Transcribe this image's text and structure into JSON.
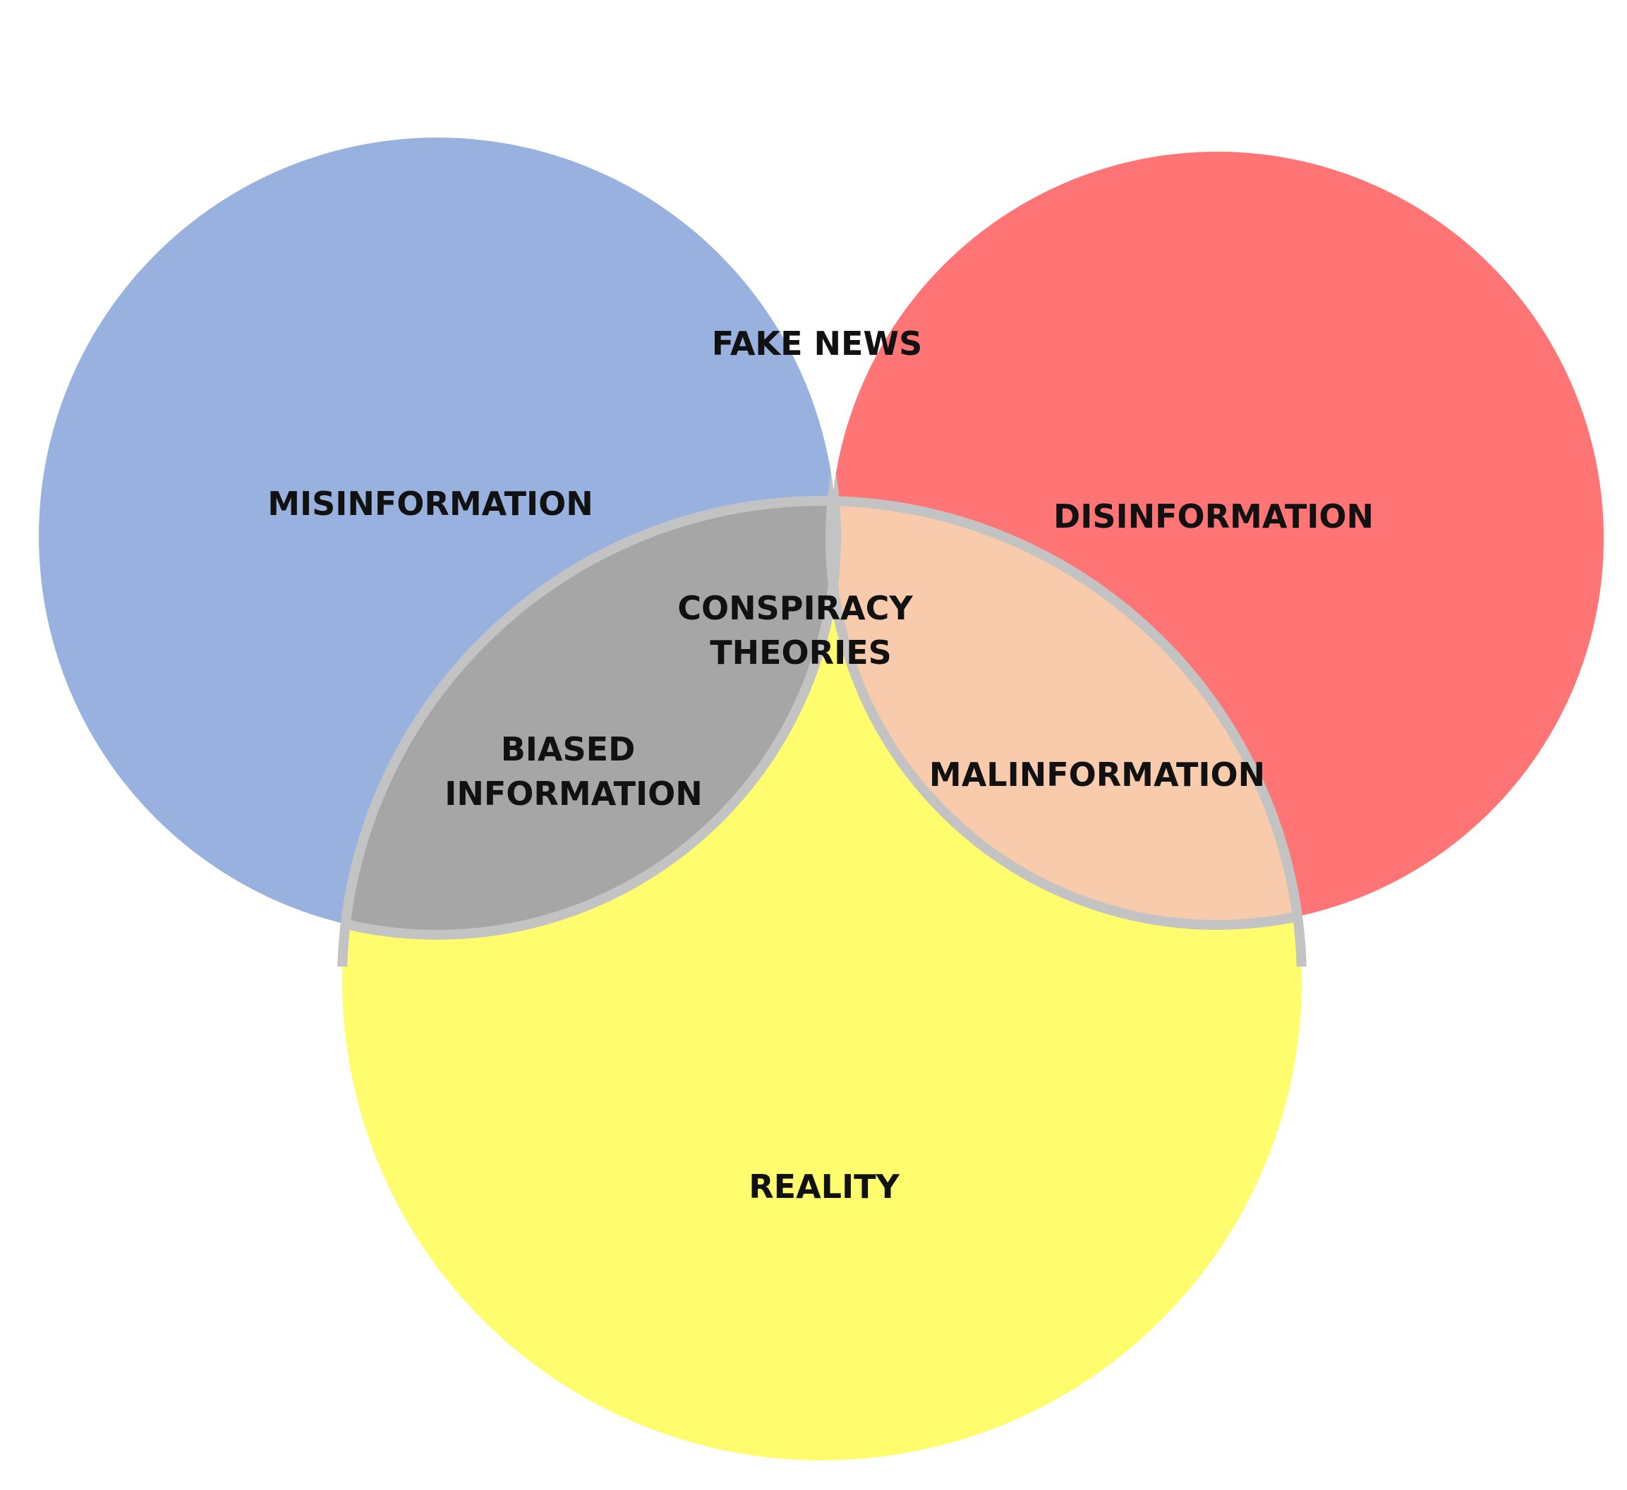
{
  "sets": [
    {
      "key": "misinformation",
      "label": "MISINFORMATION",
      "color": "#98B1DE"
    },
    {
      "key": "disinformation",
      "label": "DISINFORMATION",
      "color": "#FF7474"
    },
    {
      "key": "reality",
      "label": "REALITY",
      "color": "#FFFC6E"
    }
  ],
  "intersections": [
    {
      "key": "fake_news",
      "label": "FAKE NEWS",
      "sets": [
        "misinformation",
        "disinformation"
      ],
      "color": "#AF8BC9"
    },
    {
      "key": "biased_information",
      "label_lines": [
        "BIASED",
        "INFORMATION"
      ],
      "sets": [
        "misinformation",
        "reality"
      ],
      "color": "#A6A6A6"
    },
    {
      "key": "malinformation",
      "label": "MALINFORMATION",
      "sets": [
        "disinformation",
        "reality"
      ],
      "color": "#F7CBAC"
    },
    {
      "key": "conspiracy_theories",
      "label_lines": [
        "CONSPIRACY",
        "THEORIES"
      ],
      "sets": [
        "misinformation",
        "disinformation",
        "reality"
      ],
      "color": "#92D050"
    }
  ],
  "border_color": "#C3C3C3"
}
